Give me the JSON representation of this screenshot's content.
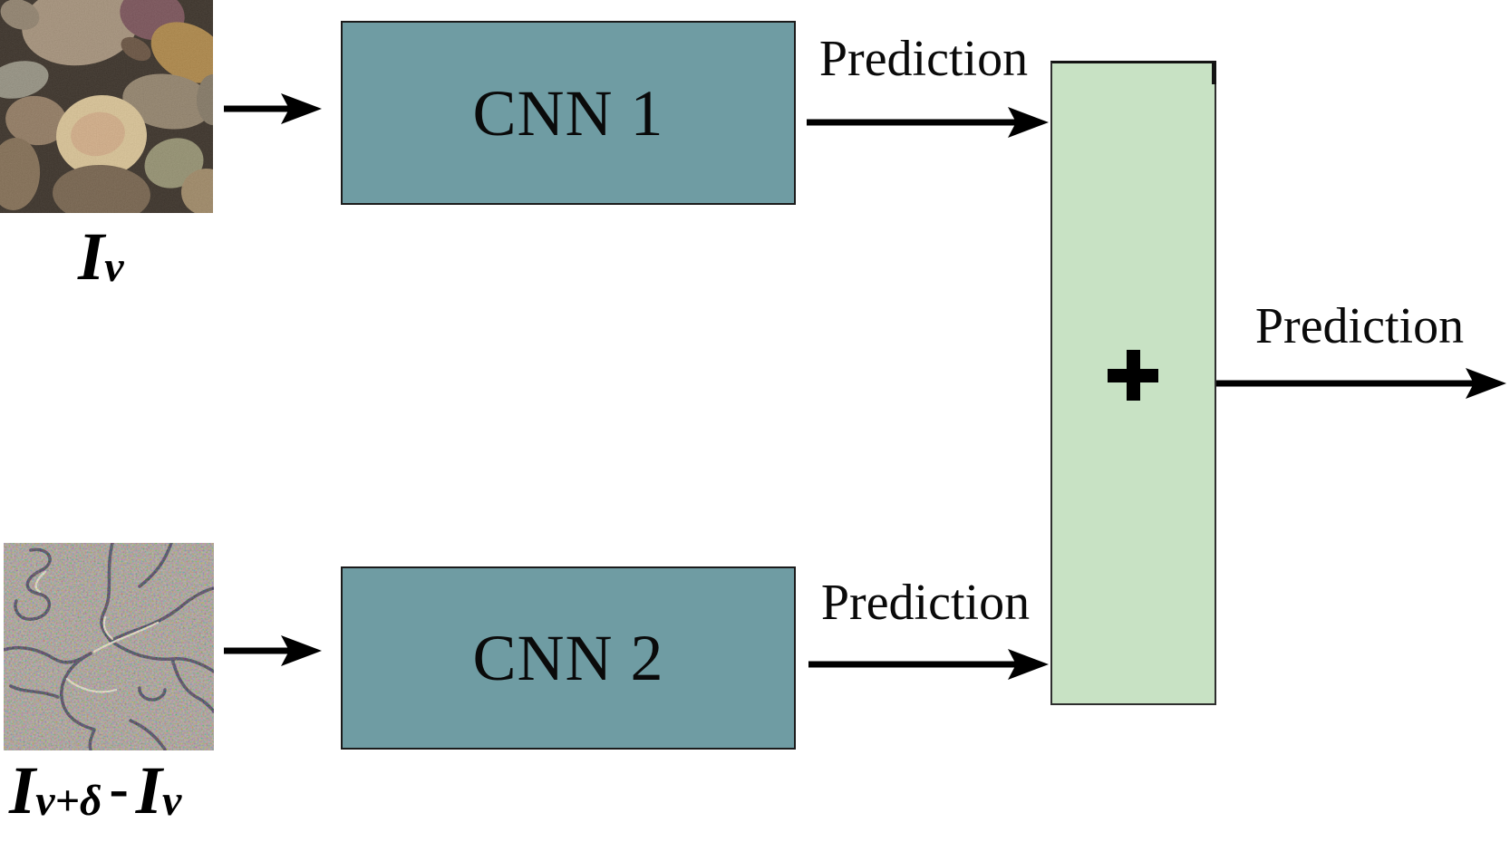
{
  "figure": {
    "input_top": {
      "image": "pebbles-photo",
      "label_main": "I",
      "label_sub": "v"
    },
    "input_bottom": {
      "image": "noise-difference-image",
      "label_i1": "I",
      "label_sub1": "v+δ",
      "label_minus": "-",
      "label_i2": "I",
      "label_sub2": "v"
    },
    "cnn1": {
      "label": "CNN 1",
      "fill": "#6F9CA3"
    },
    "cnn2": {
      "label": "CNN 2",
      "fill": "#6F9CA3"
    },
    "sum": {
      "symbol": "+",
      "fill": "#C8E2C4"
    },
    "arrow_labels": {
      "cnn1_out": "Prediction",
      "cnn2_out": "Prediction",
      "final_out": "Prediction"
    },
    "colors": {
      "cnn_box_fill": "#6F9CA3",
      "sum_box_fill": "#C8E2C4",
      "border": "#1B1B1B",
      "arrow": "#000000",
      "background": "#FFFFFF"
    }
  }
}
